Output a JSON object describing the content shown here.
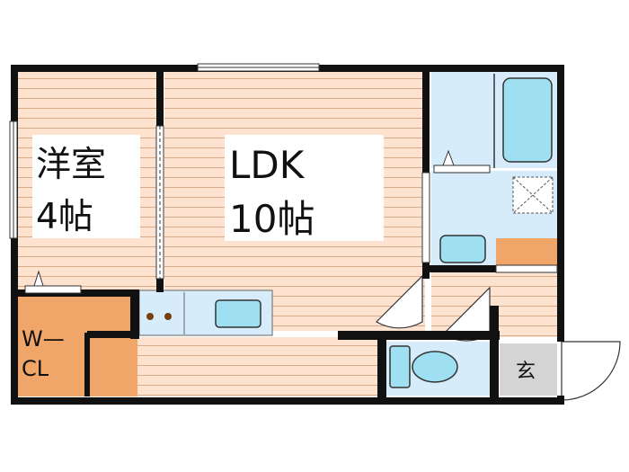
{
  "rooms": {
    "western": {
      "name": "洋室",
      "size": "4帖"
    },
    "ldk": {
      "name": "LDK",
      "size": "10帖"
    },
    "closet": {
      "line1": "W—",
      "line2": "CL"
    },
    "entrance": {
      "name": "玄"
    }
  },
  "colors": {
    "wall": "#111111",
    "floor": "#fde3cf",
    "floor_line": "#d9aa88",
    "wet_area": "#d7ecfa",
    "fixture": "#9ee0f2",
    "closet": "#f0a668",
    "entrance_floor": "#d4d4d4",
    "label_bg": "#ffffff"
  }
}
